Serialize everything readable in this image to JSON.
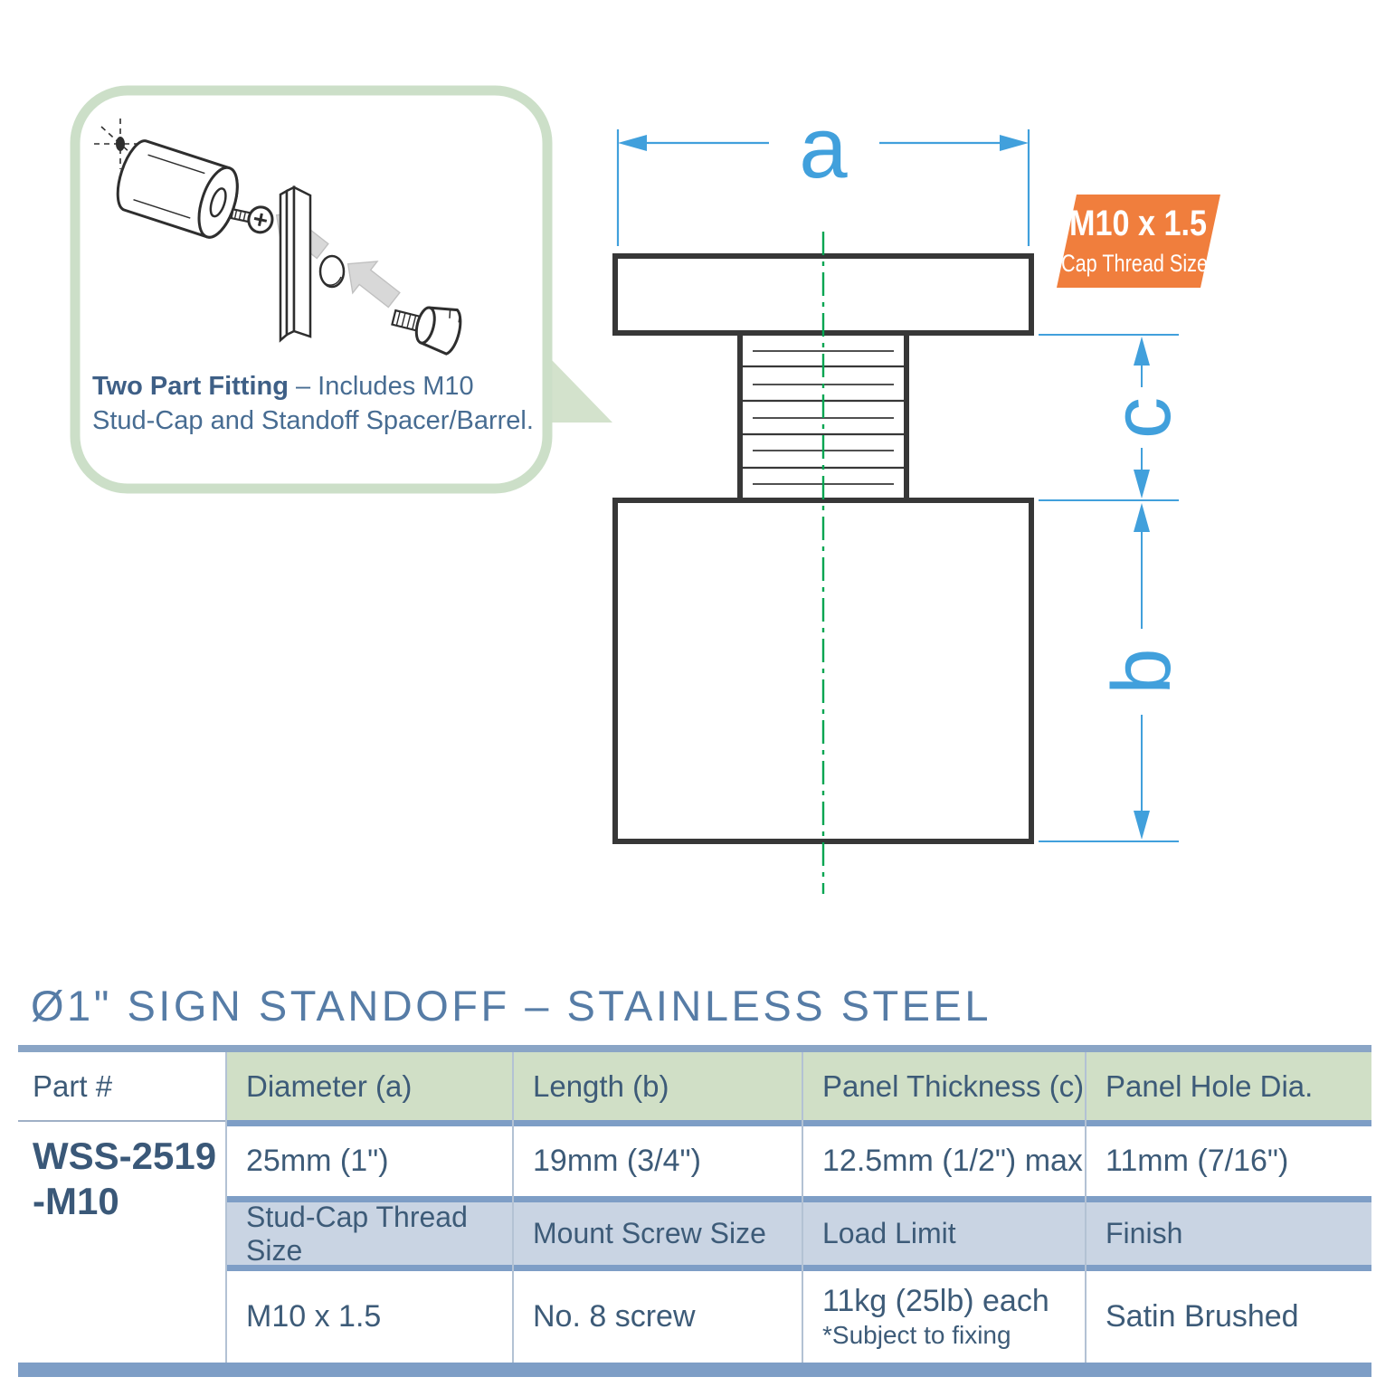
{
  "callout": {
    "heading": "Two Part Fitting",
    "heading_rest": " – Includes M10",
    "line2": "Stud-Cap and Standoff Spacer/Barrel."
  },
  "diagram": {
    "labels": {
      "a": "a",
      "b": "b",
      "c": "c"
    },
    "badge": {
      "line1": "M10 x 1.5",
      "line2": "Cap Thread Size"
    }
  },
  "title": "Ø1\" SIGN STANDOFF – STAINLESS STEEL",
  "table": {
    "header1": [
      "Part #",
      "Diameter (a)",
      "Length (b)",
      "Panel Thickness (c)",
      "Panel Hole Dia."
    ],
    "part_number_line1": "WSS-2519",
    "part_number_line2": "-M10",
    "row1": [
      "25mm (1\")",
      "19mm (3/4\")",
      "12.5mm (1/2\") max",
      "11mm (7/16\")"
    ],
    "header2": [
      "Stud-Cap Thread Size",
      "Mount Screw Size",
      "Load Limit",
      "Finish"
    ],
    "row2": [
      "M10 x 1.5",
      "No. 8 screw",
      "11kg (25lb) each",
      "Satin Brushed"
    ],
    "row2_note": "*Subject to fixing"
  },
  "colors": {
    "dimension_blue": "#41A0DC",
    "centerline_green": "#00A551",
    "badge_orange": "#F07E3D",
    "drawing_black": "#373737",
    "title_blue": "#567CA6",
    "table_text": "#3D5B78",
    "header_green_bg": "#D0DFC6",
    "header_blue_bg": "#C9D4E3",
    "rule_blue": "#7E9EC6",
    "callout_green": "#CCDFC8"
  }
}
